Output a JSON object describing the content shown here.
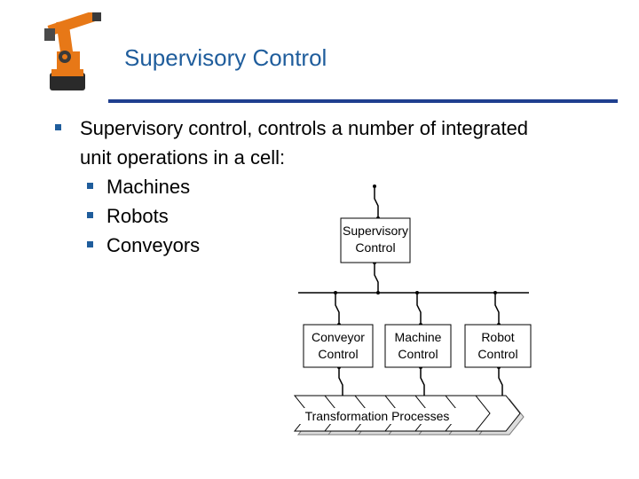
{
  "slide": {
    "title": "Supervisory Control",
    "colors": {
      "title": "#1f5d9c",
      "rule": "#1f3f8f",
      "logo_orange": "#e77817"
    },
    "logo_icon": "industrial-robot-arm-icon"
  },
  "bullets": [
    {
      "level": 1,
      "text": "Supervisory control, controls a number of integrated"
    },
    {
      "level": 1,
      "text": "unit operations in a cell:",
      "continuation": true
    },
    {
      "level": 2,
      "text": "Machines"
    },
    {
      "level": 2,
      "text": "Robots"
    },
    {
      "level": 2,
      "text": "Conveyors"
    }
  ],
  "diagram": {
    "supervisory": [
      "Supervisory",
      "Control"
    ],
    "conveyor": [
      "Conveyor",
      "Control"
    ],
    "machine": [
      "Machine",
      "Control"
    ],
    "robot": [
      "Robot",
      "Control"
    ],
    "process": "Transformation Processes"
  }
}
